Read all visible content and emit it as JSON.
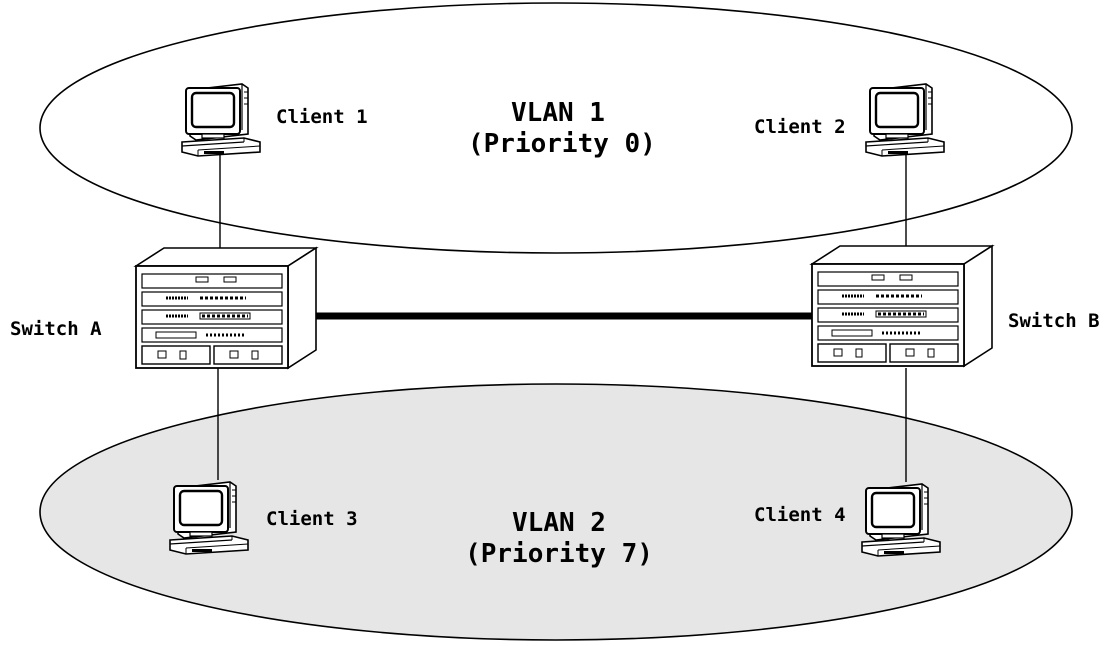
{
  "vlans": [
    {
      "title": "VLAN 1",
      "priority": "(Priority 0)",
      "fill": "#ffffff"
    },
    {
      "title": "VLAN 2",
      "priority": "(Priority 7)",
      "fill": "#e6e6e6"
    }
  ],
  "switches": [
    {
      "label": "Switch A"
    },
    {
      "label": "Switch B"
    }
  ],
  "clients": [
    {
      "label": "Client 1"
    },
    {
      "label": "Client 2"
    },
    {
      "label": "Client 3"
    },
    {
      "label": "Client 4"
    }
  ],
  "colors": {
    "stroke": "#000000",
    "device_fill": "#ffffff",
    "screen": "#ffffff"
  }
}
